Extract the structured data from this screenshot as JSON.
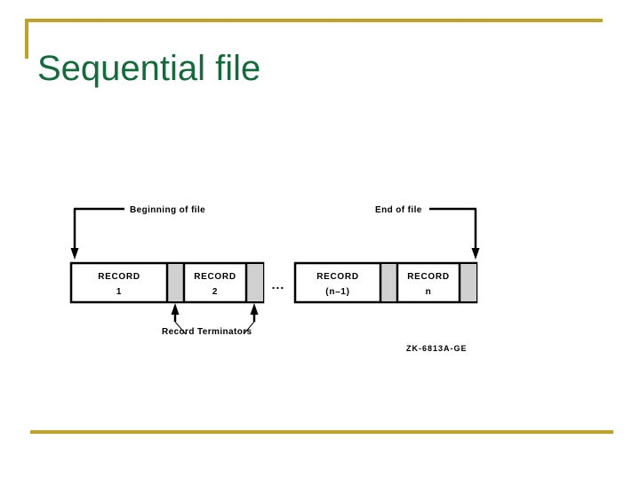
{
  "slide": {
    "title": "Sequential file",
    "accent_color": "#bfa22a",
    "title_color": "#136b3b",
    "background_color": "#ffffff"
  },
  "diagram": {
    "name": "sequential-file-structure",
    "figure_code": "ZK-6813A-GE",
    "ellipsis": "...",
    "terminator_color": "#d0d0d0",
    "record_color": "#ffffff",
    "line_color": "#000000",
    "labels": {
      "beginning_of_file": "Beginning of file",
      "end_of_file": "End of file",
      "record_terminators": "Record Terminators"
    },
    "records": [
      {
        "title": "RECORD",
        "index": "1"
      },
      {
        "title": "RECORD",
        "index": "2"
      },
      {
        "title": "RECORD",
        "index": "(n–1)"
      },
      {
        "title": "RECORD",
        "index": "n"
      }
    ]
  }
}
